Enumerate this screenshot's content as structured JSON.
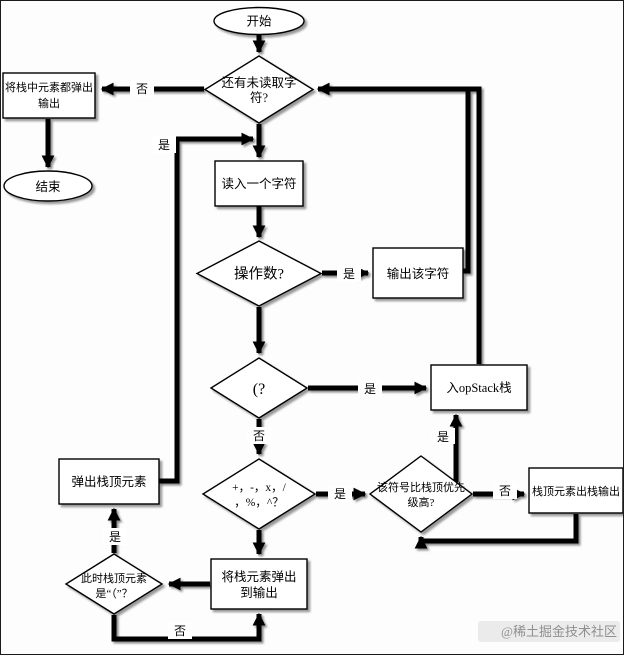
{
  "watermark": "@稀土掘金技术社区",
  "nodes": {
    "start": {
      "label": "开始"
    },
    "has_unread": {
      "line1": "还有未读取字",
      "line2": "符?"
    },
    "pop_all_output": {
      "line1": "将栈中元素都弹出",
      "line2": "输出"
    },
    "end": {
      "label": "结束"
    },
    "read_char": {
      "label": "读入一个字符"
    },
    "is_operand": {
      "label": "操作数?"
    },
    "output_char": {
      "label": "输出该字符"
    },
    "is_left_paren": {
      "label": "(?"
    },
    "push_opstack": {
      "label": "入opStack栈"
    },
    "is_operator": {
      "line1": "+，-，x，/",
      "line2": "，%，^？"
    },
    "pop_top": {
      "label": "弹出栈顶元素"
    },
    "higher_priority": {
      "line1": "该符号比栈顶优先",
      "line2": "级高?"
    },
    "pop_top_output": {
      "label": "栈顶元素出栈输出"
    },
    "top_is_paren": {
      "line1": "此时栈顶元素",
      "line2": "是“（”？"
    },
    "pop_to_output": {
      "line1": "将栈元素弹出",
      "line2": "到输出"
    }
  },
  "edge_labels": {
    "no_unread": "否",
    "yes_unread": "是",
    "yes_operand": "是",
    "yes_paren": "是",
    "no_paren": "否",
    "yes_operator": "是",
    "no_priority": "否",
    "yes_priority": "是",
    "yes_top_paren": "是",
    "no_top_paren": "否"
  },
  "colors": {
    "edge": "#000000",
    "shape_fill": "#ffffff",
    "shape_stroke": "#000000",
    "watermark": "#8f8f8f"
  }
}
